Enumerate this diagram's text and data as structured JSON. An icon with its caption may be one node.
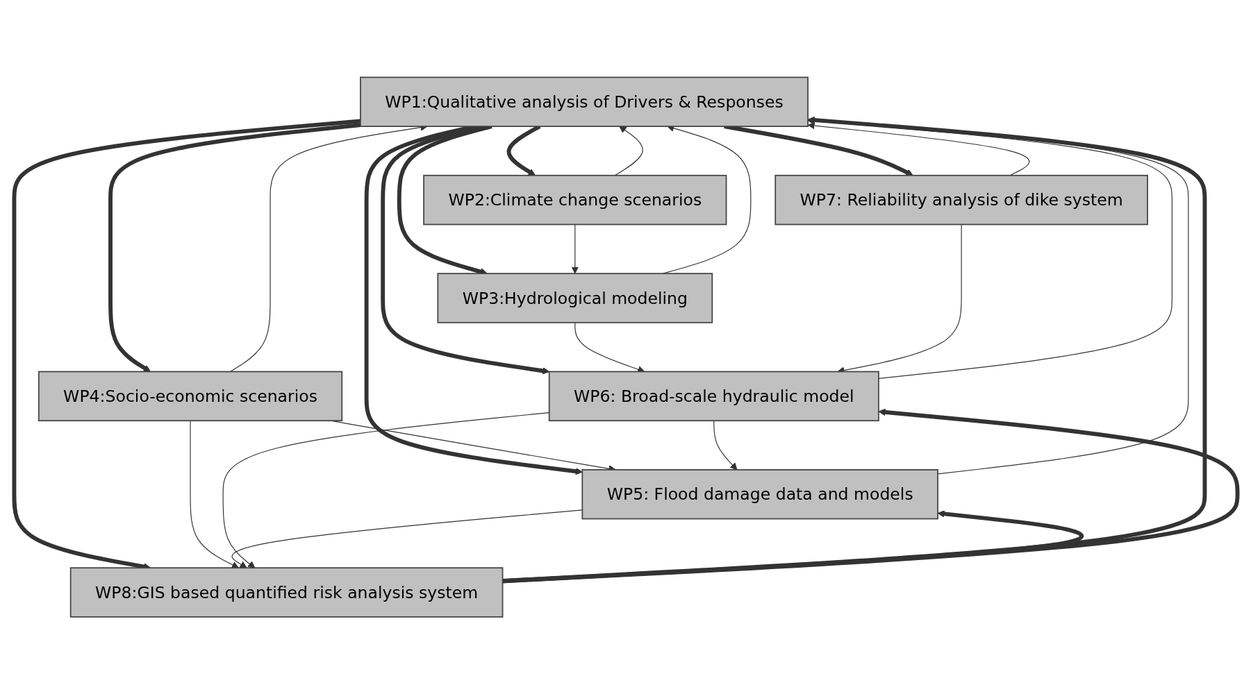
{
  "diagram": {
    "nodes": [
      {
        "text": [
          "WP1:Qualitative analysis of Drivers & Responses"
        ]
      },
      {
        "text": [
          "WP2:Climate change scenarios"
        ]
      },
      {
        "text": [
          "WP3:Hydrological modeling"
        ]
      },
      {
        "text": [
          "WP4:Socio-economic scenarios"
        ]
      },
      {
        "text": [
          "WP5: Flood damage data and models"
        ]
      },
      {
        "text": [
          "WP6: Broad-scale hydraulic model"
        ]
      },
      {
        "text": [
          "WP7: Reliability analysis of dike system"
        ]
      },
      {
        "text": [
          "WP8:GIS based quantified risk analysis system"
        ]
      }
    ],
    "edges": [
      {
        "from": 0,
        "to": 1,
        "arrow": "to",
        "style": "thick"
      },
      {
        "from": 0,
        "to": 2,
        "arrow": "to",
        "style": "thick"
      },
      {
        "from": 0,
        "to": 3,
        "arrow": "to",
        "style": "thick"
      },
      {
        "from": 0,
        "to": 4,
        "arrow": "to",
        "style": "thick"
      },
      {
        "from": 0,
        "to": 5,
        "arrow": "to",
        "style": "thick"
      },
      {
        "from": 0,
        "to": 6,
        "arrow": "to",
        "style": "thick"
      },
      {
        "from": 0,
        "to": 7,
        "arrow": "to",
        "style": "thick"
      },
      {
        "from": 1,
        "to": 2,
        "arrow": "to"
      },
      {
        "from": 2,
        "to": 5,
        "arrow": "to"
      },
      {
        "from": 3,
        "to": 4,
        "arrow": "to"
      },
      {
        "from": 3,
        "to": 7,
        "arrow": "to"
      },
      {
        "from": 4,
        "to": 7,
        "arrow": "to"
      },
      {
        "from": 5,
        "to": 4,
        "arrow": "to"
      },
      {
        "from": 5,
        "to": 7,
        "arrow": "to"
      },
      {
        "from": 6,
        "to": 5,
        "arrow": "to"
      },
      {
        "from": 1,
        "to": 0,
        "arrow": "to"
      },
      {
        "from": 2,
        "to": 0,
        "arrow": "to"
      },
      {
        "from": 3,
        "to": 0,
        "arrow": "to"
      },
      {
        "from": 4,
        "to": 0,
        "arrow": "to"
      },
      {
        "from": 5,
        "to": 0,
        "arrow": "to"
      },
      {
        "from": 6,
        "to": 0,
        "arrow": "to"
      },
      {
        "from": 7,
        "to": 0,
        "arrow": "to",
        "style": "thick"
      },
      {
        "from": 7,
        "to": 4,
        "arrow": "to",
        "style": "thick"
      },
      {
        "from": 7,
        "to": 5,
        "arrow": "to",
        "style": "thick"
      }
    ]
  }
}
